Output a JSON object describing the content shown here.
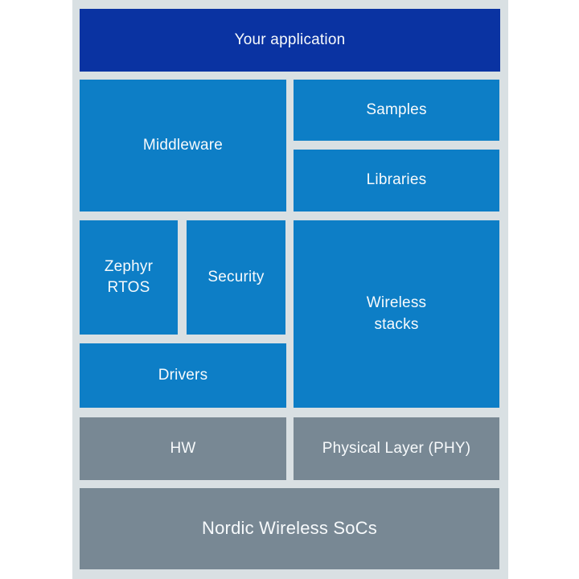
{
  "colors": {
    "dark_blue": "#0a33a2",
    "light_blue": "#0d7ec6",
    "slate_gray": "#788894",
    "panel_background": "#d9e0e3",
    "page_background": "#ffffff",
    "text": "#f7fafc"
  },
  "stack": {
    "application": "Your application",
    "middleware": "Middleware",
    "samples": "Samples",
    "libraries": "Libraries",
    "zephyr_rtos": "Zephyr\nRTOS",
    "security": "Security",
    "wireless_stacks": "Wireless\nstacks",
    "drivers": "Drivers",
    "hw": "HW",
    "physical_layer": "Physical Layer (PHY)",
    "soc": "Nordic Wireless SoCs"
  }
}
